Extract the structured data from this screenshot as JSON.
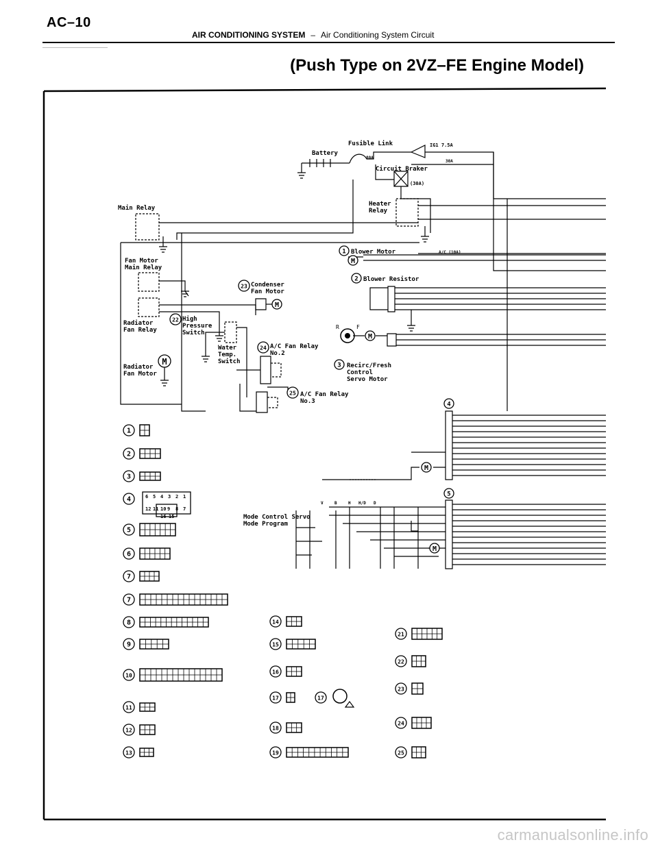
{
  "header": {
    "page_label": "AC–10",
    "section": "AIR CONDITIONING SYSTEM",
    "separator": "–",
    "subsection": "Air Conditioning System Circuit"
  },
  "title": "(Push Type on 2VZ–FE Engine Model)",
  "labels": {
    "fusible_link": "Fusible Link",
    "battery": "Battery",
    "circuit_breaker": "Circuit Braker",
    "cb_rating": "(30A)",
    "fuse_igi": "IG1 7.5A",
    "fuse_30a": "30A",
    "fuse_80a": "80A",
    "main_relay": "Main Relay",
    "heater_relay": [
      "Heater",
      "Relay"
    ],
    "blower_motor": "Blower Motor",
    "ac_fuse": "A/C (10A)",
    "blower_resistor": "Blower Resistor",
    "fan_motor_main_relay": [
      "Fan Motor",
      "Main Relay"
    ],
    "condenser_fan_motor": [
      "Condenser",
      "Fan Motor"
    ],
    "radiator_fan_relay": [
      "Radiator",
      "Fan Relay"
    ],
    "high_pressure_switch": [
      "High",
      "Pressure",
      "Switch"
    ],
    "water_temp_switch": [
      "Water",
      "Temp.",
      "Switch"
    ],
    "ac_fan_relay_2": [
      "A/C Fan Relay",
      "No.2"
    ],
    "radiator_fan_motor": [
      "Radiator",
      "Fan Motor"
    ],
    "recirc_fresh_servo": [
      "Recirc/Fresh",
      "Control",
      "Servo Motor"
    ],
    "ac_fan_relay_3": [
      "A/C Fan Relay",
      "No.3"
    ],
    "mode_control_servo": [
      "Mode Control Servo",
      "Mode Program"
    ],
    "mode_columns": [
      "V",
      "B",
      "H",
      "H/D",
      "D"
    ],
    "motor_symbol": "M",
    "r_letter": "R",
    "f_letter": "F"
  },
  "component_numbers": {
    "blower_motor": "1",
    "blower_resistor": "2",
    "recirc_servo": "3",
    "connector_4": "4",
    "connector_5": "5",
    "condenser_fan_motor": "23",
    "high_pressure_switch": "22",
    "ac_fan_relay_2": "24",
    "ac_fan_relay_3": "25"
  },
  "connector_legend": {
    "left": [
      "1",
      "2",
      "3",
      "4",
      "5",
      "6",
      "7",
      "7",
      "8",
      "9",
      "10",
      "11",
      "12",
      "13"
    ],
    "middle": [
      "14",
      "15",
      "16",
      "17",
      "17",
      "18",
      "19"
    ],
    "right": [
      "21",
      "22",
      "23",
      "24",
      "25"
    ]
  },
  "connector4_pins": [
    "6",
    "5",
    "4",
    "3",
    "2",
    "1",
    "12",
    "11",
    "10",
    "9",
    "8",
    "7",
    "16",
    "15"
  ],
  "watermark": "carmanualsonline.info"
}
